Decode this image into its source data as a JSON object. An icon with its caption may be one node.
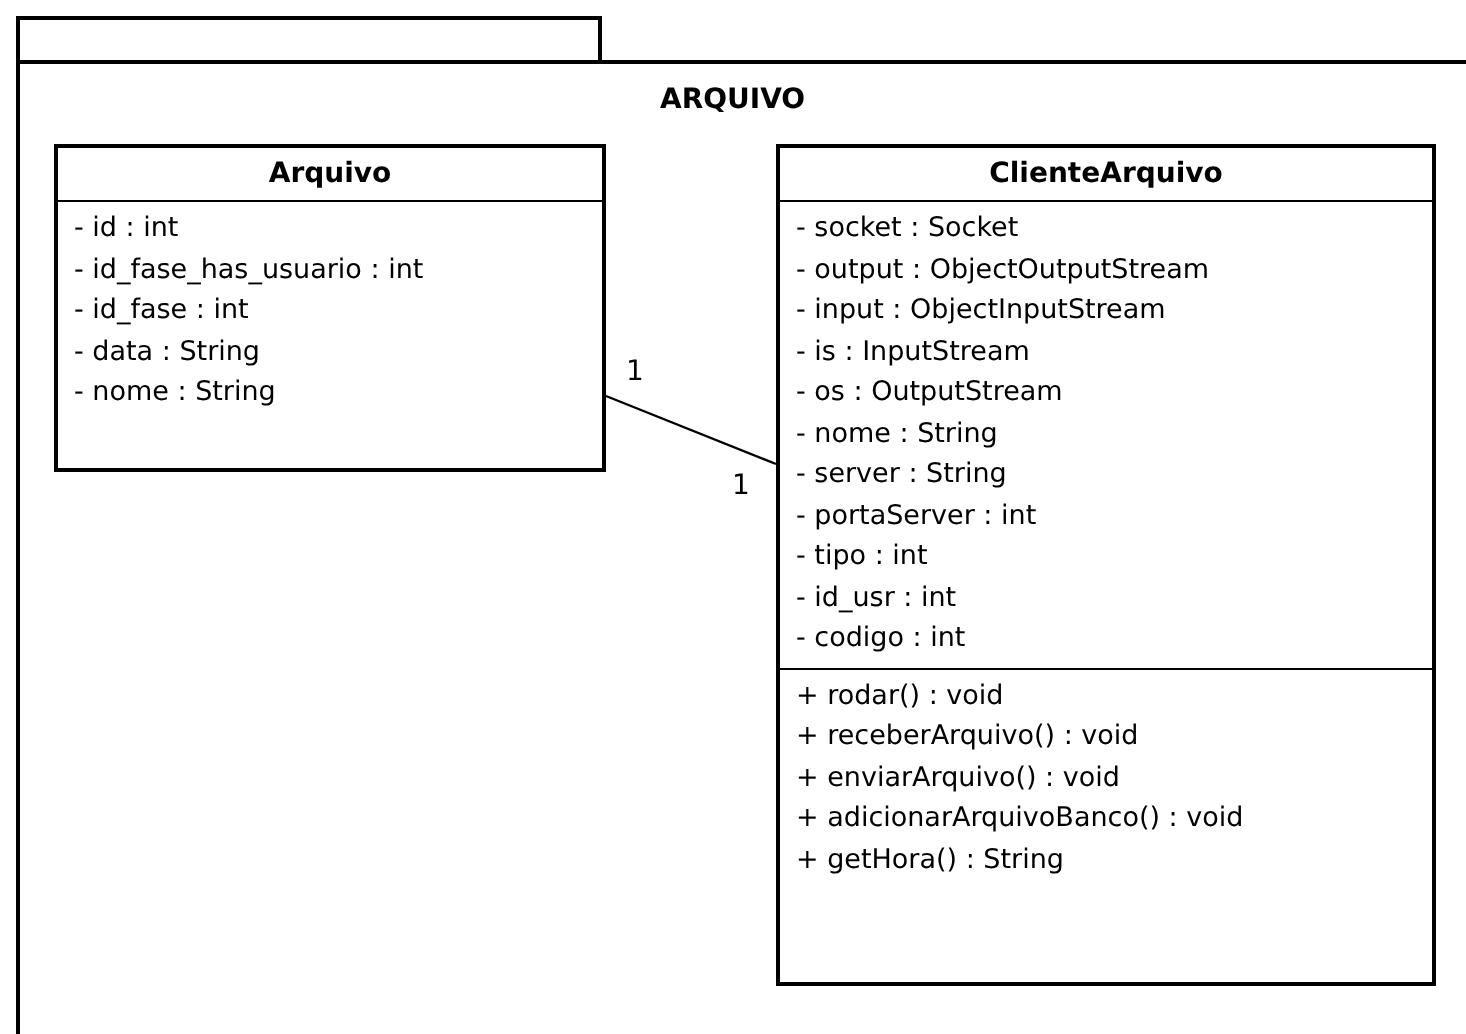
{
  "diagram": {
    "nodes": [
      {
        "text": [
          "ARQUIVO"
        ]
      },
      {
        "text": [
          "Arquivo",
          "- id : int",
          "- id_fase_has_usuario : int",
          "- id_fase : int",
          "- data : String",
          "- nome : String"
        ],
        "in": 0
      },
      {
        "text": [
          "ClienteArquivo",
          "- socket : Socket",
          "- output : ObjectOutputStream",
          "- input : ObjectInputStream",
          "- is : InputStream",
          "- os : OutputStream",
          "- nome : String",
          "- server : String",
          "- portaServer : int",
          "- tipo : int",
          "- id_usr : int",
          "- codigo : int",
          "+ rodar() : void",
          "+ receberArquivo() : void",
          "+ enviarArquivo() : void",
          "+ adicionarArquivoBanco() : void",
          "+ getHora() : String"
        ],
        "in": 0
      }
    ],
    "edges": [
      {
        "from": 1,
        "to": 2,
        "arrow": "none"
      }
    ],
    "labels": [
      "1",
      "1"
    ]
  }
}
